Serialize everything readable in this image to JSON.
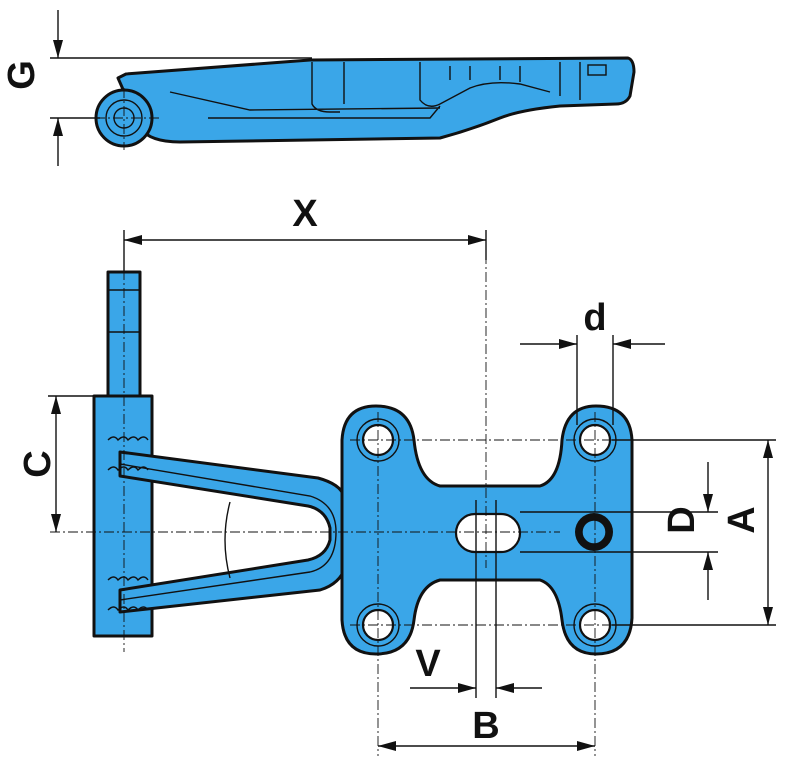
{
  "colors": {
    "body": "#3aa6e8",
    "outline": "#111111",
    "background": "#ffffff"
  },
  "labels": {
    "g": "G",
    "x": "X",
    "d_small": "d",
    "c": "C",
    "d_large": "D",
    "a": "A",
    "v": "V",
    "b": "B"
  }
}
